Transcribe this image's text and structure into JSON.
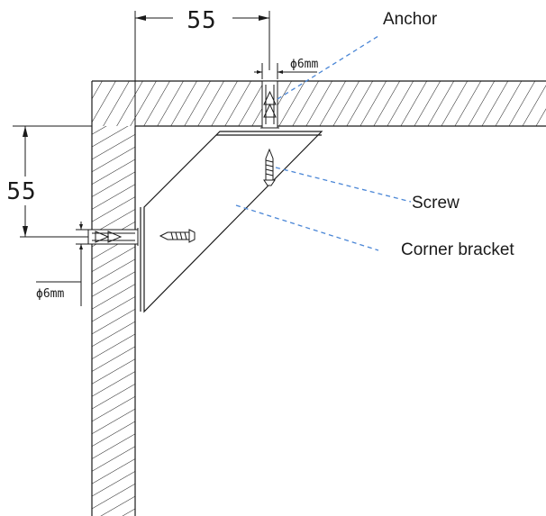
{
  "labels": {
    "anchor": "Anchor",
    "screw": "Screw",
    "corner_bracket": "Corner bracket"
  },
  "dimensions": {
    "horizontal_offset": "55",
    "vertical_offset": "55",
    "top_hole_diameter": "ϕ6mm",
    "side_hole_diameter": "ϕ6mm"
  },
  "colors": {
    "line": "#1a1a1a",
    "leader": "#4a86d6",
    "background": "#ffffff"
  }
}
